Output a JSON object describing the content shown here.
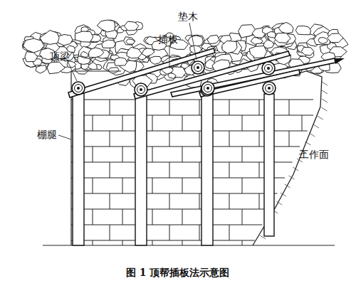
{
  "diagram": {
    "caption": "图 1 顶帮插板法示意图",
    "labels": [
      "顶梁",
      "插板",
      "垫木",
      "棚腿",
      "工作面"
    ]
  }
}
